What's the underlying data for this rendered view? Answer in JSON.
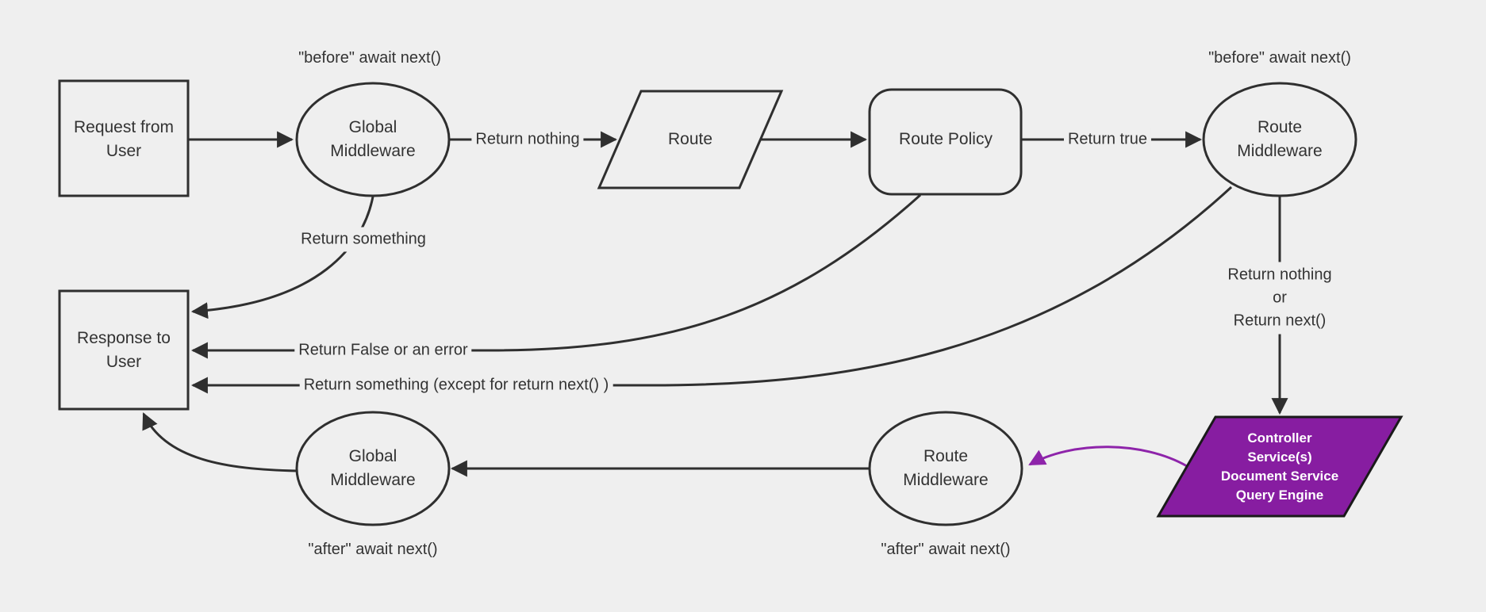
{
  "diagram": {
    "colors": {
      "background": "#efefef",
      "stroke": "#2f2f2f",
      "text": "#333333",
      "purple_fill": "#871da1",
      "purple_edge": "#8e24aa",
      "purple_border": "#1a1a1a",
      "controller_text": "#ffffff"
    },
    "nodes": {
      "request": {
        "line1": "Request from",
        "line2": "User"
      },
      "global_middleware_top": {
        "line1": "Global",
        "line2": "Middleware"
      },
      "route": {
        "label": "Route"
      },
      "route_policy": {
        "label": "Route Policy"
      },
      "route_middleware_top": {
        "line1": "Route",
        "line2": "Middleware"
      },
      "response": {
        "line1": "Response to",
        "line2": "User"
      },
      "route_middleware_bottom": {
        "line1": "Route",
        "line2": "Middleware"
      },
      "global_middleware_bottom": {
        "line1": "Global",
        "line2": "Middleware"
      },
      "controller": {
        "line1": "Controller",
        "line2": "Service(s)",
        "line3": "Document Service",
        "line4": "Query Engine"
      }
    },
    "annotations": {
      "before_global": "\"before\" await next()",
      "before_route": "\"before\" await next()",
      "after_global": "\"after\" await next()",
      "after_route": "\"after\" await next()"
    },
    "edge_labels": {
      "return_nothing": "Return nothing",
      "return_true": "Return true",
      "return_something": "Return something",
      "return_false_or_error": "Return False or an error",
      "return_something_except": "Return something (except for return next() )",
      "return_nothing_or_line1": "Return nothing",
      "return_nothing_or_line2": "or",
      "return_nothing_or_line3": "Return next()"
    }
  }
}
